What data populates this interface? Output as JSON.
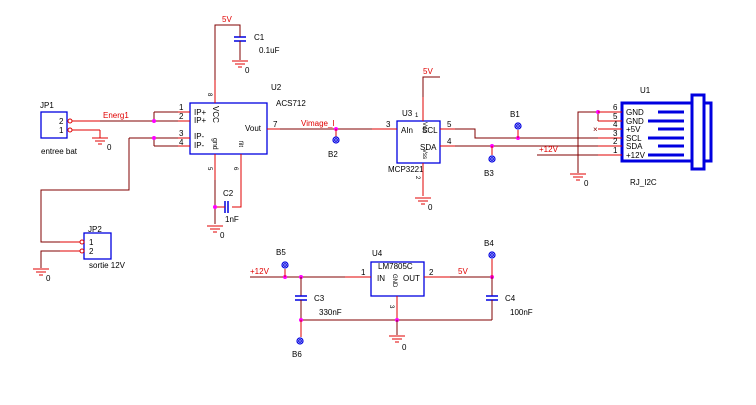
{
  "schematic": {
    "ground_label": "0",
    "jp1": {
      "ref": "JP1",
      "value": "entree bat",
      "pins": [
        "2",
        "1"
      ]
    },
    "jp2": {
      "ref": "JP2",
      "value": "sortie 12V",
      "pins": [
        "1",
        "2"
      ]
    },
    "u2": {
      "ref": "U2",
      "part": "ACS712",
      "pins": {
        "p1": "1",
        "p2": "2",
        "p3": "3",
        "p4": "4",
        "p5": "5",
        "p6": "6",
        "p7": "7",
        "p8": "8"
      },
      "pin_names": {
        "ipp1": "IP+",
        "ipp2": "IP+",
        "ipm1": "IP-",
        "ipm2": "IP-",
        "vcc": "VCC",
        "gnd": "gnd",
        "filt": "filt",
        "vout": "Vout"
      }
    },
    "u3": {
      "ref": "U3",
      "part": "MCP3221",
      "pins": {
        "p1": "1",
        "p2": "2",
        "p3": "3",
        "p4": "4",
        "p5": "5"
      },
      "pin_names": {
        "ain": "AIn",
        "scl": "SCL",
        "sda": "SDA",
        "vdd": "Vdd",
        "vss": "Vss"
      }
    },
    "u1": {
      "ref": "U1",
      "part": "RJ_I2C",
      "pins": [
        {
          "num": "6",
          "name": "GND"
        },
        {
          "num": "5",
          "name": "GND"
        },
        {
          "num": "4",
          "name": "+5V"
        },
        {
          "num": "3",
          "name": "SCL"
        },
        {
          "num": "2",
          "name": "SDA"
        },
        {
          "num": "1",
          "name": "+12V"
        }
      ]
    },
    "u4": {
      "ref": "U4",
      "part": "LM7805C",
      "pins": {
        "p1": "1",
        "p2": "2",
        "p3": "3"
      },
      "pin_names": {
        "in": "IN",
        "out": "OUT",
        "gnd": "GND"
      }
    },
    "capacitors": {
      "c1": {
        "ref": "C1",
        "value": "0.1uF"
      },
      "c2": {
        "ref": "C2",
        "value": "1nF"
      },
      "c3": {
        "ref": "C3",
        "value": "330nF"
      },
      "c4": {
        "ref": "C4",
        "value": "100nF"
      }
    },
    "testpoints": {
      "b1": "B1",
      "b2": "B2",
      "b3": "B3",
      "b4": "B4",
      "b5": "B5",
      "b6": "B6"
    },
    "nets": {
      "energ1": "Energ1",
      "vimage": "Vimage_I",
      "v5_c1": "5V",
      "v5_u3": "5V",
      "v5_reg": "5V",
      "v12_rj": "+12V",
      "v12_reg": "+12V"
    },
    "colors": {
      "wire": "#800000",
      "pin": "#e00000",
      "body": "#0000e0",
      "junction": "#ff00ff",
      "net_label": "#e00000"
    }
  }
}
